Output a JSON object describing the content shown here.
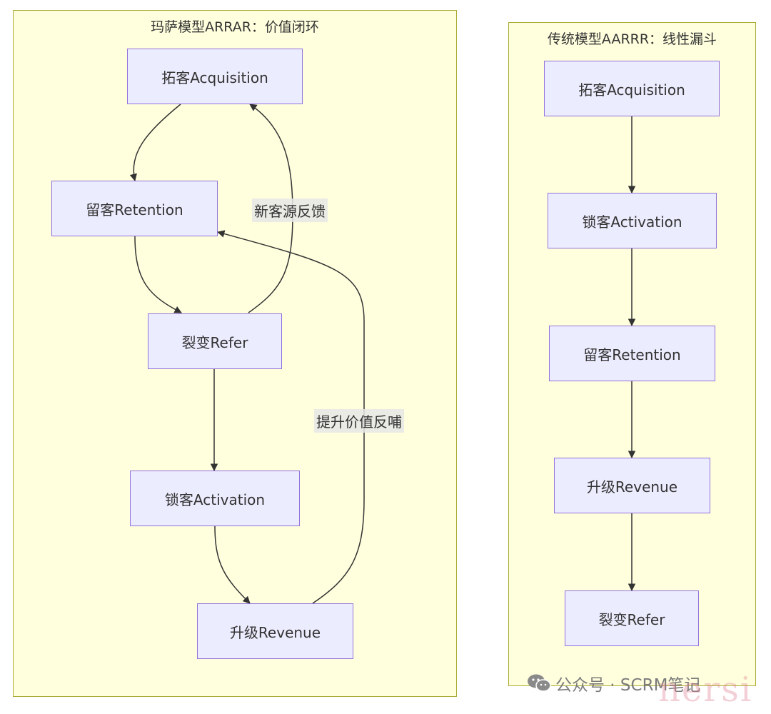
{
  "left_cluster": {
    "title": "玛萨模型ARRAR：价值闭环",
    "nodes": {
      "acquisition": "拓客Acquisition",
      "retention": "留客Retention",
      "refer": "裂变Refer",
      "activation": "锁客Activation",
      "revenue": "升级Revenue"
    },
    "edge_labels": {
      "new_source_feedback": "新客源反馈",
      "value_feedback": "提升价值反哺"
    }
  },
  "right_cluster": {
    "title": "传统模型AARRR：线性漏斗",
    "nodes": {
      "acquisition": "拓客Acquisition",
      "activation": "锁客Activation",
      "retention": "留客Retention",
      "revenue": "升级Revenue",
      "refer": "裂变Refer"
    }
  },
  "watermark": {
    "text": "公众号 · SCRM笔记",
    "overlay": "nersi",
    "icon": "wechat-icon"
  },
  "colors": {
    "cluster_fill": "#ffffde",
    "cluster_stroke": "#aaaa33",
    "node_fill": "#ececff",
    "node_stroke": "#9370db",
    "edge": "#333333"
  }
}
